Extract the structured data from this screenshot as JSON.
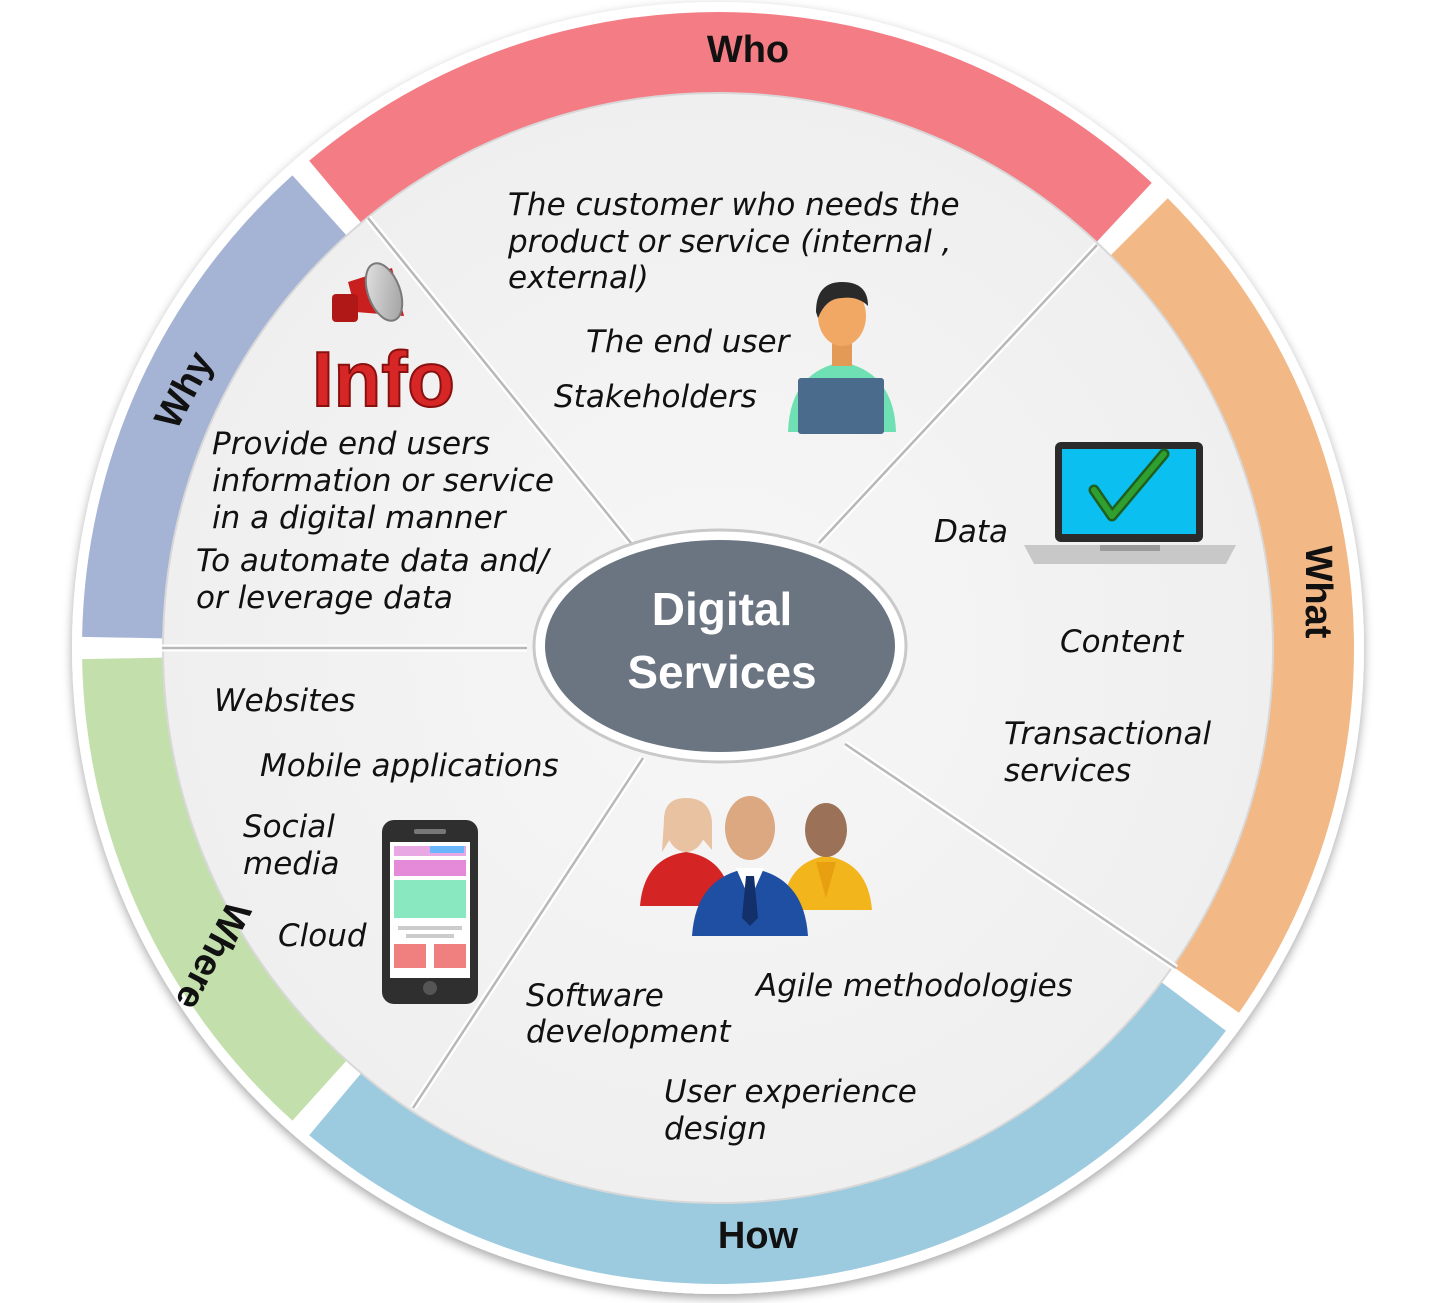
{
  "center": {
    "line1": "Digital",
    "line2": "Services"
  },
  "segments": {
    "who": {
      "label": "Who",
      "color": "#f47d85",
      "items": [
        "The customer who needs the",
        "product or service (internal ,",
        "external)",
        "The end user",
        "Stakeholders"
      ]
    },
    "what": {
      "label": "What",
      "color": "#f2b886",
      "items": [
        "Data",
        "Content",
        "Transactional",
        "services"
      ]
    },
    "how": {
      "label": "How",
      "color": "#9ccbe0",
      "items": [
        "Software",
        "development",
        "Agile methodologies",
        "User experience",
        "design"
      ]
    },
    "where": {
      "label": "Where",
      "color": "#c3e0ac",
      "items": [
        "Websites",
        "Mobile applications",
        "Social",
        "media",
        "Cloud"
      ]
    },
    "why": {
      "label": "Why",
      "color": "#a5b3d5",
      "items": [
        "Provide end users",
        "information or service",
        "in a digital manner",
        "To automate data and/",
        "or leverage data"
      ]
    }
  },
  "icons": {
    "info_logo_text": "Info"
  }
}
